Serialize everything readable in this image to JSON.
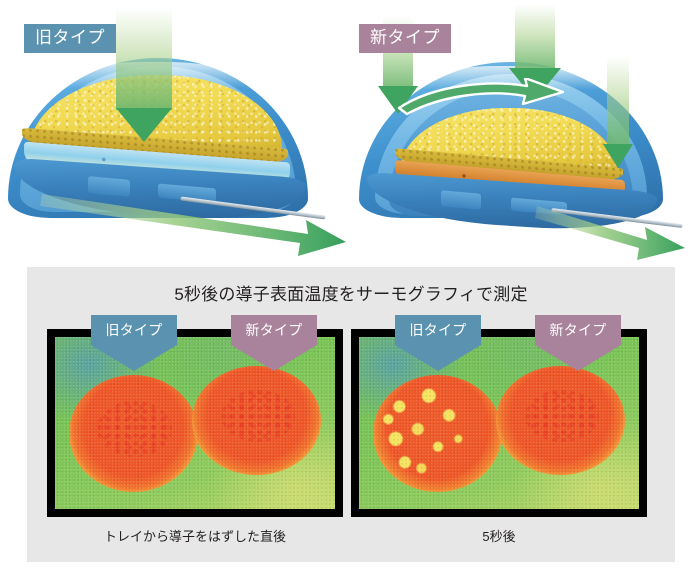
{
  "top": {
    "old": {
      "badge_label": "旧タイプ",
      "badge_color": "#5b92b0",
      "inflow_arrow_name": "heat-inflow-arrow",
      "outflow_arrow_name": "heat-outflow-arrow",
      "layer_state": "cool"
    },
    "new": {
      "badge_label": "新タイプ",
      "badge_color": "#a9839b",
      "inflow_arrow_name": "heat-inflow-arrow",
      "circulation_arrow_name": "heat-circulation-arrow",
      "outflow_arrow_name": "heat-outflow-arrow",
      "layer_state": "warm"
    }
  },
  "thermo": {
    "heading": "5秒後の導子表面温度をサーモグラフィで測定",
    "panel_color": "#e7e7e7",
    "blocks": [
      {
        "caption": "トレイから導子をはずした直後",
        "spots": [
          {
            "badge_label": "旧タイプ",
            "badge_color": "#5b92b0",
            "state": "uniform"
          },
          {
            "badge_label": "新タイプ",
            "badge_color": "#a9839b",
            "state": "uniform"
          }
        ]
      },
      {
        "caption": "5秒後",
        "spots": [
          {
            "badge_label": "旧タイプ",
            "badge_color": "#5b92b0",
            "state": "mottled"
          },
          {
            "badge_label": "新タイプ",
            "badge_color": "#a9839b",
            "state": "uniform"
          }
        ]
      }
    ]
  }
}
